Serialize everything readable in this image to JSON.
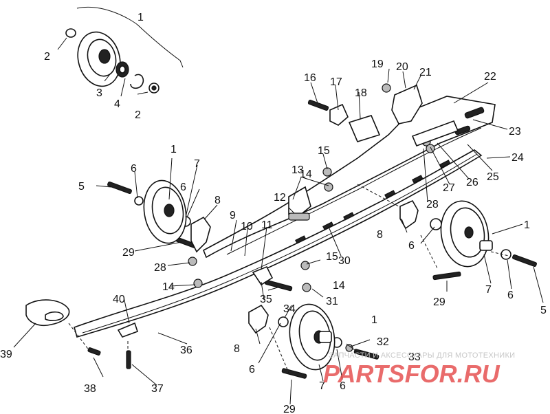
{
  "callouts": [
    "1",
    "2",
    "3",
    "4",
    "5",
    "6",
    "7",
    "8",
    "9",
    "10",
    "11",
    "12",
    "13",
    "14",
    "15",
    "16",
    "17",
    "18",
    "19",
    "20",
    "21",
    "22",
    "23",
    "24",
    "25",
    "26",
    "27",
    "28",
    "29",
    "30",
    "31",
    "32",
    "33",
    "34",
    "35",
    "36",
    "37",
    "38",
    "39",
    "40"
  ],
  "watermark": {
    "text": "ЗАПЧАСТИ И АКСЕССУАРЫ ДЛЯ МОТОТЕХНИКИ",
    "logo": "PARTSFOR.RU"
  }
}
